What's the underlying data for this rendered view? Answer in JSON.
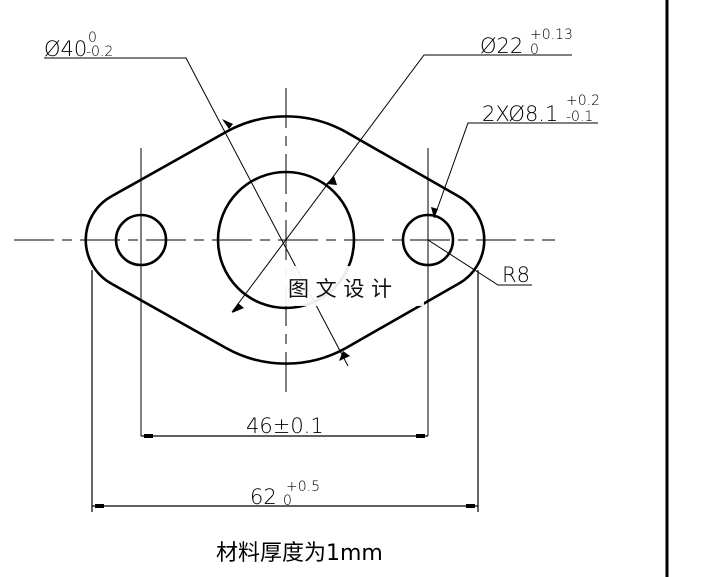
{
  "drawing": {
    "type": "mechanical-part-drawing",
    "border_color": "#000000",
    "background": "#ffffff",
    "dimensions": {
      "outer_dia": {
        "symbol": "Ø",
        "value": "40",
        "upper": "0",
        "lower": "-0.2"
      },
      "inner_dia": {
        "symbol": "Ø",
        "value": "22",
        "upper": "+0.13",
        "lower": "0"
      },
      "holes": {
        "prefix": "2X",
        "symbol": "Ø",
        "value": "8.1",
        "upper": "+0.2",
        "lower": "-0.1"
      },
      "radius": {
        "label": "R8"
      },
      "hole_spacing": {
        "label": "46±0.1"
      },
      "overall_length": {
        "value": "62",
        "upper": "+0.5",
        "lower": "0"
      }
    },
    "watermark": "图 文 设 计",
    "note": "材料厚度为1mm"
  }
}
